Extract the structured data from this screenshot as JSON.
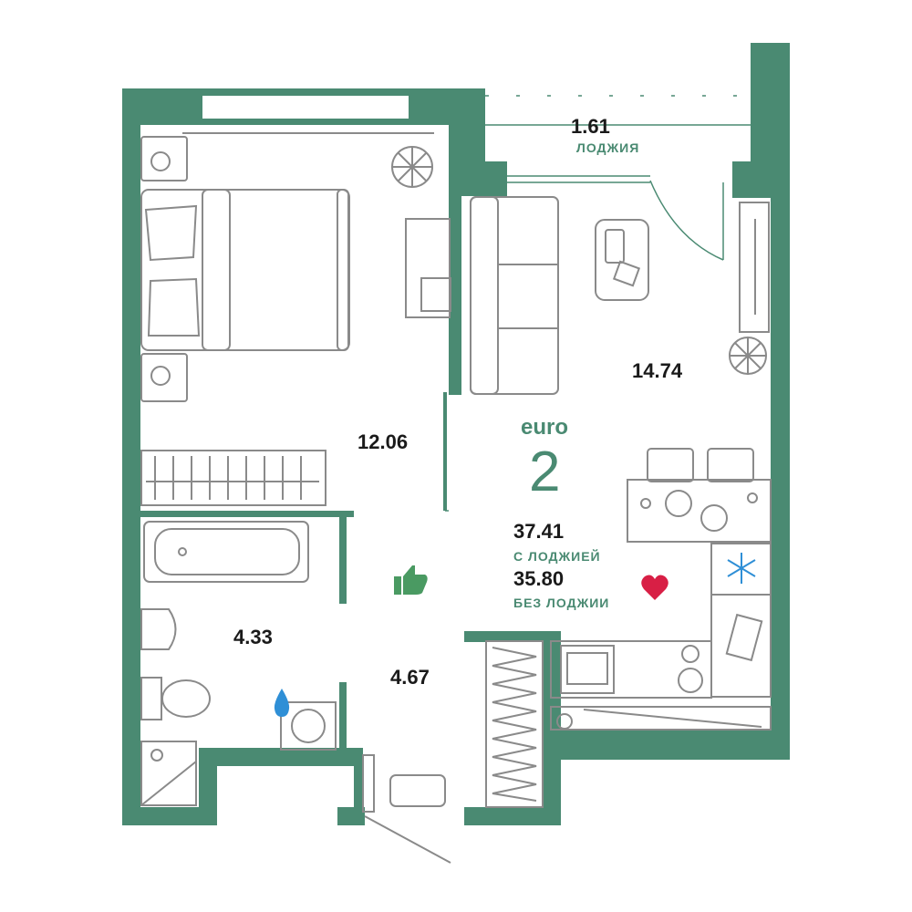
{
  "rooms": {
    "loggia": {
      "area": "1.61",
      "name": "ЛОДЖИЯ"
    },
    "bedroom": {
      "area": "12.06"
    },
    "living": {
      "area": "14.74"
    },
    "bathroom": {
      "area": "4.33"
    },
    "hall": {
      "area": "4.67"
    }
  },
  "type": {
    "prefix": "euro",
    "rooms": "2"
  },
  "totals": {
    "with_loggia": {
      "value": "37.41",
      "label": "С ЛОДЖИЕЙ"
    },
    "without_loggia": {
      "value": "35.80",
      "label": "БЕЗ ЛОДЖИИ"
    }
  },
  "colors": {
    "wall": "#4a8a72",
    "line": "#8a8a8a",
    "heart": "#d81f45",
    "water_drop": "#2f8fd6",
    "snowflake": "#2f8fd6",
    "thumbs_up": "#4a9a62"
  },
  "icons": [
    "thumbs-up-icon",
    "heart-icon",
    "water-drop-icon",
    "snowflake-icon"
  ]
}
